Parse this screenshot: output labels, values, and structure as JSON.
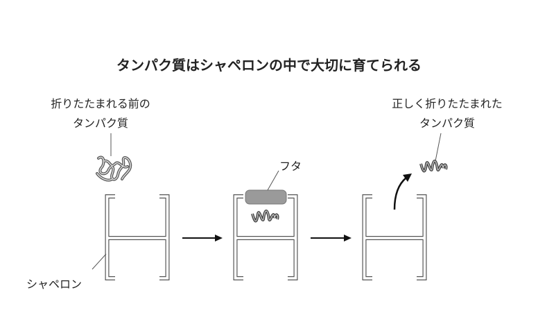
{
  "title": "タンパク質はシャペロンの中で大切に育てられる",
  "labels": {
    "unfolded_line1": "折りたたまれる前の",
    "unfolded_line2": "タンパク質",
    "folded_line1": "正しく折りたたまれた",
    "folded_line2": "タンパク質",
    "lid": "フタ",
    "chaperone": "シャペロン"
  },
  "colors": {
    "lid": "#9a9a9a",
    "outline": "#555555",
    "arrow": "#111111"
  }
}
